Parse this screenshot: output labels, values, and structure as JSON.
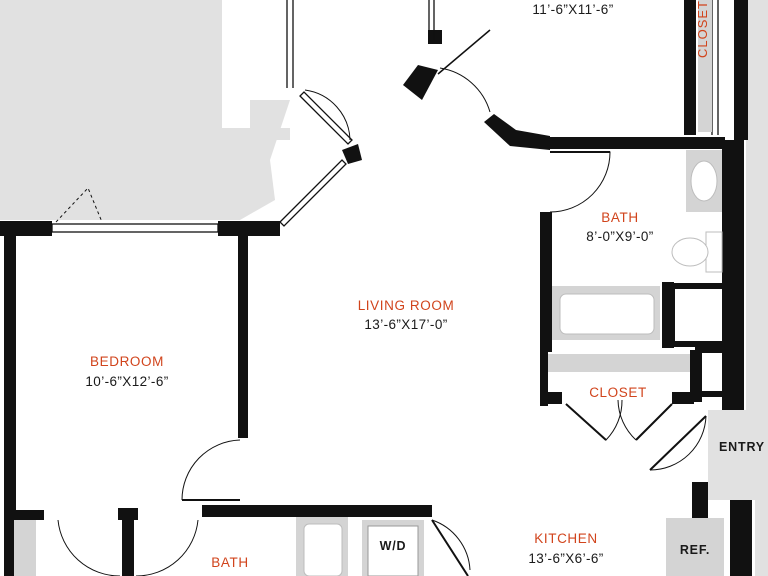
{
  "colors": {
    "wall": "#111111",
    "shaded": "#e1e1e1",
    "fixture": "#d4d4d4",
    "accent": "#d1441c",
    "background": "#ffffff"
  },
  "rooms": {
    "top_room_dim": "11’-6”X11’-6”",
    "top_closet": "CLOSET",
    "bath_right": {
      "name": "BATH",
      "dim": "8’-0”X9’-0”"
    },
    "living_room": {
      "name": "LIVING ROOM",
      "dim": "13’-6”X17’-0”"
    },
    "bedroom": {
      "name": "BEDROOM",
      "dim": "10’-6”X12’-6”"
    },
    "closet_mid": "CLOSET",
    "kitchen": {
      "name": "KITCHEN",
      "dim": "13’-6”X6’-6”"
    },
    "bath_bottom": {
      "name": "BATH"
    }
  },
  "tags": {
    "entry": "ENTRY",
    "washer_dryer": "W/D",
    "refrigerator": "REF."
  }
}
